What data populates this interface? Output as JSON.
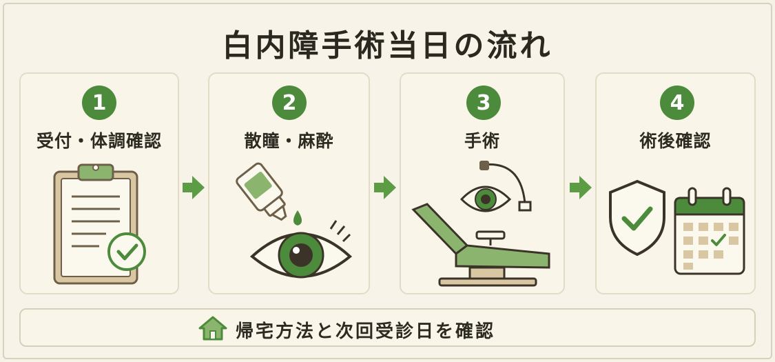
{
  "title": "白内障手術当日の流れ",
  "steps": [
    {
      "number": "1",
      "label": "受付・体調確認"
    },
    {
      "number": "2",
      "label": "散瞳・麻酔"
    },
    {
      "number": "3",
      "label": "手術"
    },
    {
      "number": "4",
      "label": "術後確認"
    }
  ],
  "footer": {
    "text": "帰宅方法と次回受診日を確認"
  },
  "colors": {
    "accent": "#4d8b3c",
    "light_accent": "#8bb56e",
    "outline": "#6e5f49",
    "background": "#f6f2e6"
  },
  "icons": [
    "clipboard-check-icon",
    "eye-drop-icon",
    "eye-icon",
    "surgery-chair-icon",
    "surgical-light-icon",
    "shield-check-icon",
    "calendar-check-icon",
    "home-icon",
    "arrow-right-icon"
  ]
}
